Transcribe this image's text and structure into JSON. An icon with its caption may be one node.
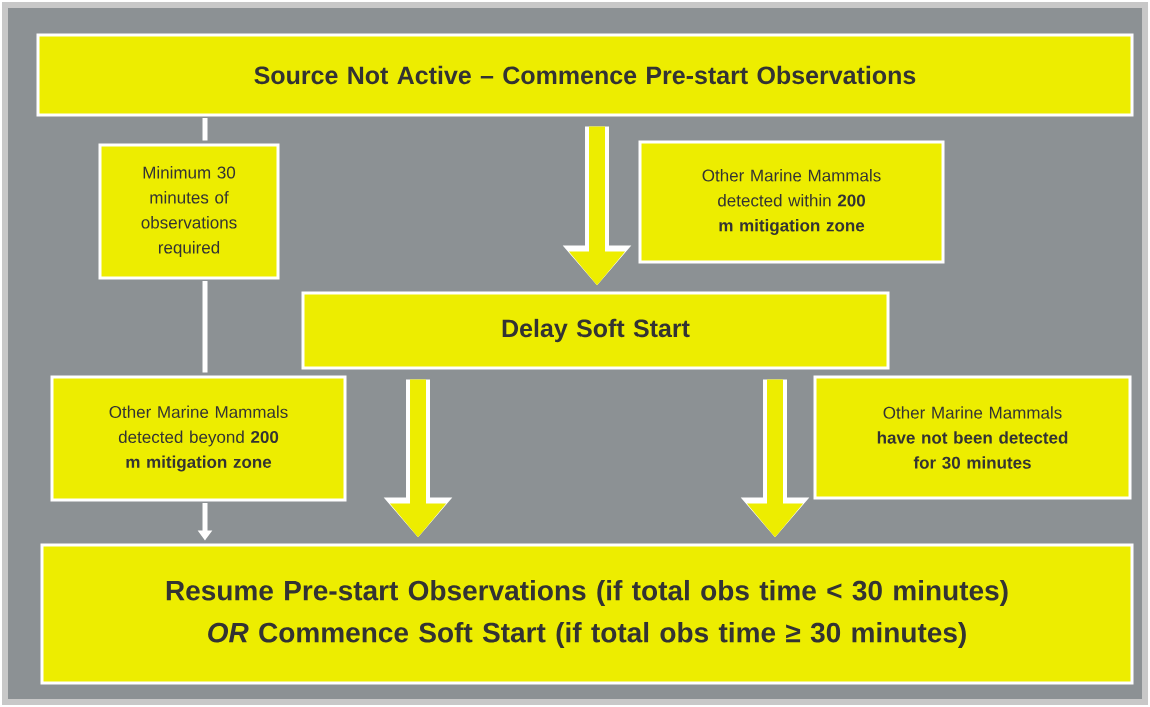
{
  "diagram": {
    "nodes": [
      {
        "text": [
          "Source Not Active – Commence Pre-start Observations"
        ]
      },
      {
        "text": [
          "Minimum 30 minutes of observations required"
        ]
      },
      {
        "text": [
          "Other Marine Mammals detected within **200 m mitigation zone**"
        ]
      },
      {
        "text": [
          "Delay Soft Start"
        ]
      },
      {
        "text": [
          "Other Marine Mammals detected beyond **200 m mitigation zone**"
        ]
      },
      {
        "text": [
          "Other Marine Mammals **have not been detected for 30 minutes**"
        ]
      },
      {
        "text": [
          "Resume Pre-start Observations (if total obs time < 30 minutes) *OR* Commence Soft Start (if total obs time ≥ 30 minutes)"
        ]
      }
    ],
    "edges": [
      {
        "from": 0,
        "to": 1,
        "arrow": "none"
      },
      {
        "from": 1,
        "to": 4,
        "arrow": "none"
      },
      {
        "from": 4,
        "to": 6,
        "arrow": "to"
      },
      {
        "from": 0,
        "to": 3,
        "arrow": "to",
        "style": "thick",
        "color": "#eded00"
      },
      {
        "from": 3,
        "to": 6,
        "arrow": "to",
        "style": "thick",
        "color": "#eded00"
      },
      {
        "from": 3,
        "to": 6,
        "arrow": "to",
        "style": "thick",
        "color": "#eded00"
      }
    ]
  }
}
